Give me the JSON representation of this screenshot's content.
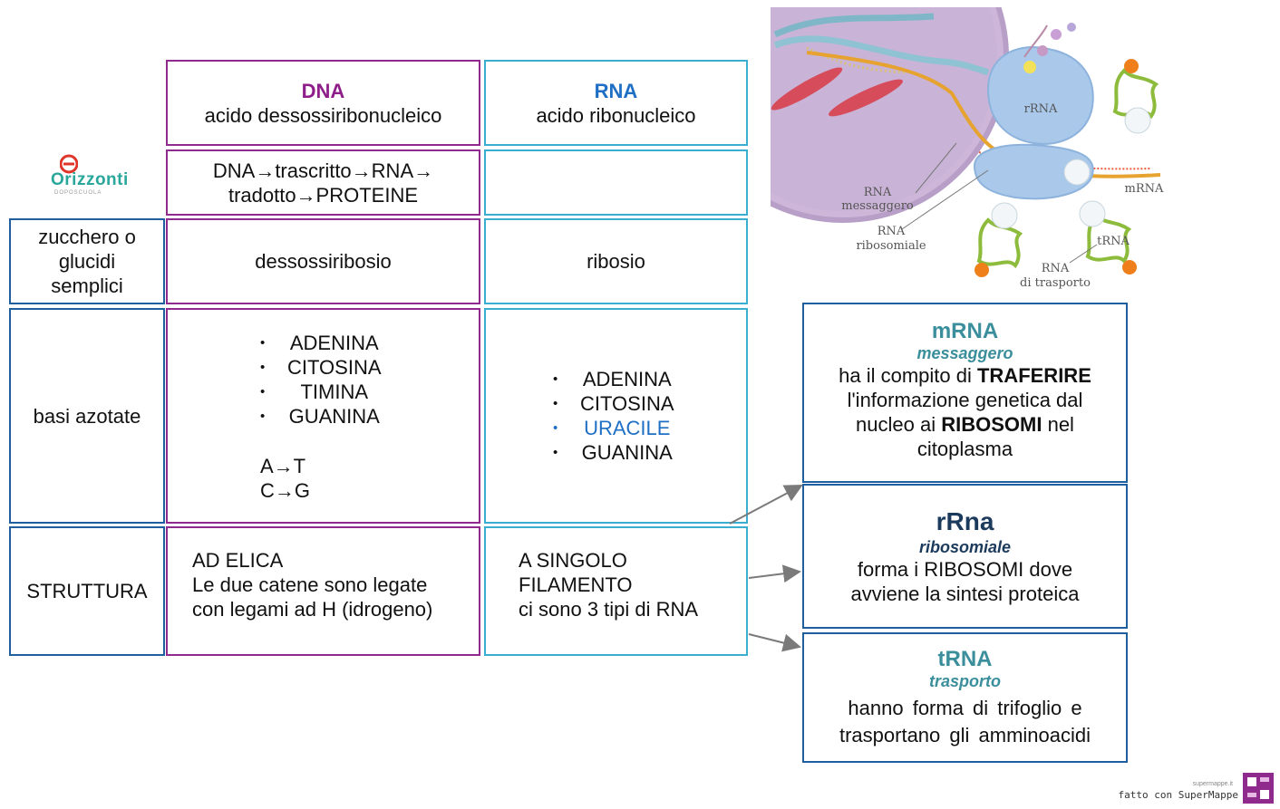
{
  "logo": {
    "name": "Orizzonti",
    "sub": "DOPOSCUOLA"
  },
  "table": {
    "dna_header": {
      "title": "DNA",
      "subtitle": "acido dessossiribonucleico"
    },
    "rna_header": {
      "title": "RNA",
      "subtitle": "acido ribonucleico"
    },
    "flow": {
      "line1": "DNA→trascritto→RNA→",
      "line2": "tradotto→PROTEINE"
    },
    "rows": {
      "sugar": {
        "label_lines": [
          "zucchero o",
          "glucidi",
          "semplici"
        ],
        "dna": "dessossiribosio",
        "rna": "ribosio"
      },
      "bases": {
        "label": "basi azotate",
        "dna": [
          "ADENINA",
          "CITOSINA",
          "TIMINA",
          "GUANINA"
        ],
        "dna_pairs": [
          "A→T",
          "C→G"
        ],
        "rna": [
          "ADENINA",
          "CITOSINA",
          "URACILE",
          "GUANINA"
        ]
      },
      "structure": {
        "label": "STRUTTURA",
        "dna": [
          "AD ELICA",
          "Le due catene sono legate",
          "con legami ad H (idrogeno)"
        ],
        "rna": [
          "A SINGOLO",
          "FILAMENTO",
          "ci sono 3 tipi di RNA"
        ]
      }
    }
  },
  "rna_types": {
    "mrna": {
      "title": "mRNA",
      "subtitle": "messaggero",
      "t1": "ha il compito di ",
      "b1": "TRAFERIRE",
      "t2": "l'informazione genetica dal",
      "t3": "nucleo ai ",
      "b2": "RIBOSOMI",
      "t4": " nel",
      "t5": "citoplasma"
    },
    "rrna": {
      "title": "rRna",
      "subtitle": "ribosomiale",
      "line1": "forma i RIBOSOMI dove",
      "line2": "avviene la sintesi proteica"
    },
    "trna": {
      "title": "tRNA",
      "subtitle": "trasporto",
      "line1": "hanno forma di trifoglio e",
      "line2": "trasportano gli amminoacidi"
    }
  },
  "illustration": {
    "labels": {
      "rrna": "rRNA",
      "rna_messaggero": "RNA messaggero",
      "mrna": "mRNA",
      "rna_ribosomiale": [
        "RNA",
        "ribosomiale"
      ],
      "trna": "tRNA",
      "rna_trasporto": [
        "RNA",
        "di trasporto"
      ]
    }
  },
  "footer": {
    "site": "supermappe.it",
    "text": "fatto con SuperMappe"
  },
  "colors": {
    "purple": "#8e2b8c",
    "cyan": "#3aaed0",
    "blue": "#1f5fa0",
    "teal": "#3b8e9b",
    "navy": "#1b3a5c",
    "uracile": "#1f6fc5"
  }
}
